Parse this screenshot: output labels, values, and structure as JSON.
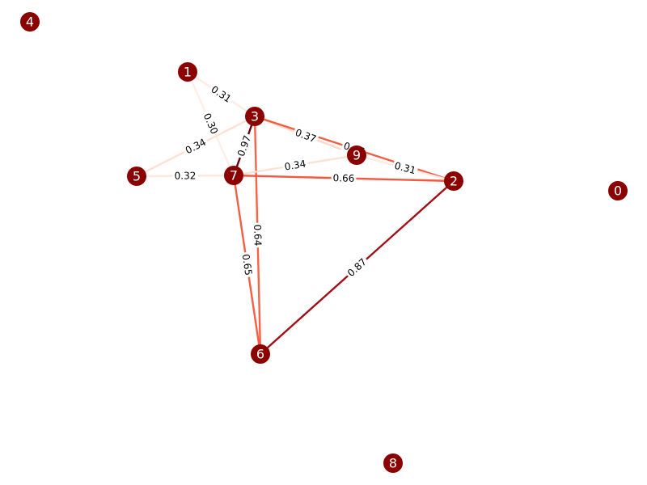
{
  "graph": {
    "node_color": "#8b0000",
    "node_label_color": "#ffffff",
    "colormap_low": "#fff5f0",
    "colormap_high": "#67000d",
    "nodes": [
      {
        "id": "0"
      },
      {
        "id": "1"
      },
      {
        "id": "2"
      },
      {
        "id": "3"
      },
      {
        "id": "4"
      },
      {
        "id": "5"
      },
      {
        "id": "6"
      },
      {
        "id": "7"
      },
      {
        "id": "8"
      },
      {
        "id": "9"
      }
    ],
    "edges": [
      {
        "source": "1",
        "target": "3",
        "weight": 0.31,
        "label": "0.31"
      },
      {
        "source": "1",
        "target": "7",
        "weight": 0.3,
        "label": "0.30"
      },
      {
        "source": "3",
        "target": "5",
        "weight": 0.34,
        "label": "0.34"
      },
      {
        "source": "3",
        "target": "7",
        "weight": 0.97,
        "label": "0.97"
      },
      {
        "source": "3",
        "target": "9",
        "weight": 0.37,
        "label": "0.37"
      },
      {
        "source": "3",
        "target": "2",
        "weight": 0.65,
        "label": "0.65"
      },
      {
        "source": "3",
        "target": "6",
        "weight": 0.64,
        "label": "0.64"
      },
      {
        "source": "9",
        "target": "2",
        "weight": 0.31,
        "label": "0.31"
      },
      {
        "source": "5",
        "target": "7",
        "weight": 0.32,
        "label": "0.32"
      },
      {
        "source": "7",
        "target": "9",
        "weight": 0.34,
        "label": "0.34"
      },
      {
        "source": "7",
        "target": "2",
        "weight": 0.66,
        "label": "0.66"
      },
      {
        "source": "7",
        "target": "6",
        "weight": 0.65,
        "label": "0.65"
      },
      {
        "source": "2",
        "target": "6",
        "weight": 0.87,
        "label": "0.87"
      }
    ]
  }
}
